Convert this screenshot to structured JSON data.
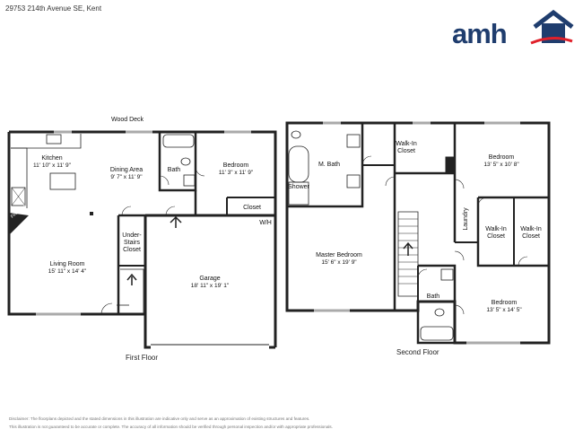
{
  "header": {
    "address": "29753 214th Avenue SE, Kent",
    "logo_text": "amh",
    "brand_color": "#1f3d6e",
    "accent_color": "#e0202a"
  },
  "first_floor": {
    "label": "First Floor",
    "wood_deck": "Wood Deck",
    "rooms": {
      "kitchen": {
        "name": "Kitchen",
        "dims": "11' 10\" x 11' 9\""
      },
      "dining": {
        "name": "Dining Area",
        "dims": "9' 7\" x 11' 9\""
      },
      "bath": {
        "name": "Bath"
      },
      "bedroom": {
        "name": "Bedroom",
        "dims": "11' 3\" x 11' 9\""
      },
      "closet": {
        "name": "Closet"
      },
      "wh": {
        "name": "W/H"
      },
      "fireplace": {
        "name": "Fireplace"
      },
      "understairs": {
        "name": "Under-\nStairs\nCloset",
        "line1": "Under-",
        "line2": "Stairs",
        "line3": "Closet"
      },
      "living": {
        "name": "Living Room",
        "dims": "15' 11\" x 14' 4\""
      },
      "garage": {
        "name": "Garage",
        "dims": "18' 11\" x 19' 1\""
      }
    }
  },
  "second_floor": {
    "label": "Second Floor",
    "rooms": {
      "mbath": {
        "name": "M. Bath"
      },
      "shower": {
        "name": "Shower"
      },
      "walkin1": {
        "line1": "Walk-In",
        "line2": "Closet"
      },
      "bedroom_top": {
        "name": "Bedroom",
        "dims": "13' 5\" x 10' 8\""
      },
      "laundry": {
        "name": "Laundry"
      },
      "walkin2": {
        "line1": "Walk-In",
        "line2": "Closet"
      },
      "walkin3": {
        "line1": "Walk-In",
        "line2": "Closet"
      },
      "master": {
        "name": "Master Bedroom",
        "dims": "15' 6\" x 19' 9\""
      },
      "bath": {
        "name": "Bath"
      },
      "bedroom_bottom": {
        "name": "Bedroom",
        "dims": "13' 5\" x 14' 5\""
      }
    }
  },
  "disclaimer": {
    "line1": "Disclaimer: The floorplans depicted and the stated dimensions in this illustration are indicative only and serve as an approximation of existing structures and features.",
    "line2": "This illustration is not guaranteed to be accurate or complete. The accuracy of all information should be verified through personal inspection and/or with appropriate professionals."
  }
}
